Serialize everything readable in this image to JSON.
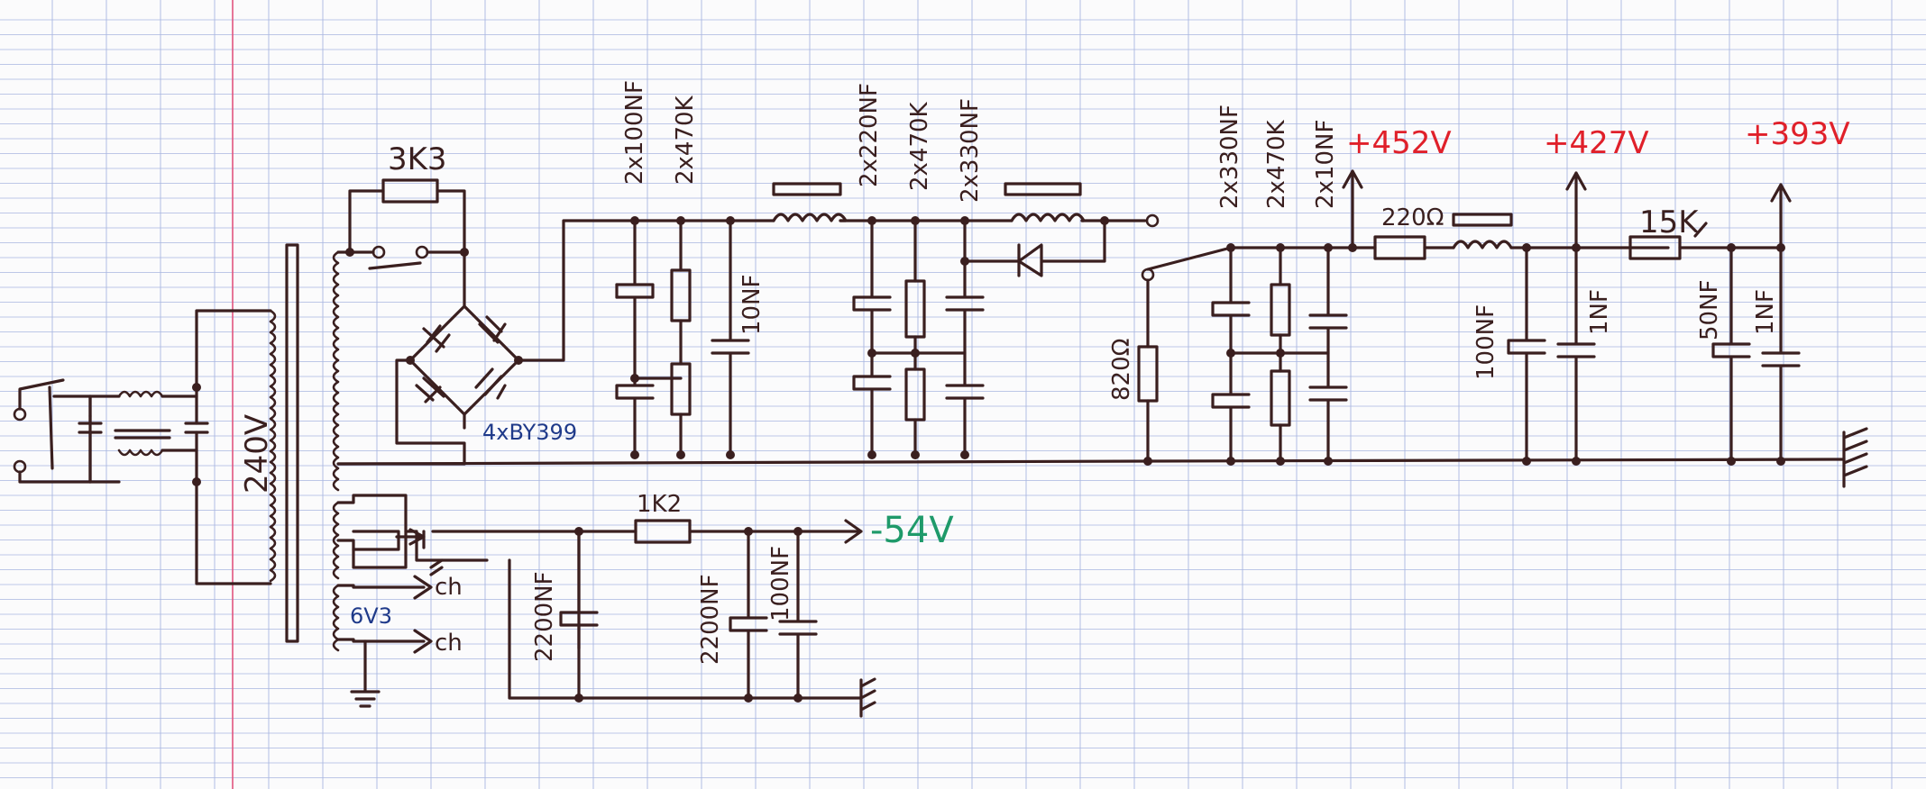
{
  "labels": {
    "r_3k3": "3K3",
    "v_240": "240V",
    "bridge": "4xBY399",
    "r_1k2": "1K2",
    "v_neg54": "-54V",
    "v_6v3": "6V3",
    "ch_1": "ch",
    "ch_2": "ch",
    "c_2200_1": "2200NF",
    "c_2200_2": "2200NF",
    "c_100_neg": "100NF",
    "c_2x100": "2x100NF",
    "r_2x470_1": "2x470K",
    "c_10": "10NF",
    "c_2x220": "2x220NF",
    "r_2x470_2": "2x470K",
    "c_2x330_1": "2x330NF",
    "r_820": "820Ω",
    "c_2x330_2": "2x330NF",
    "r_2x470_3": "2x470K",
    "c_2x10": "2x10NF",
    "v_452": "+452V",
    "r_220": "220Ω",
    "c_100_mid": "100NF",
    "c_1_a": "1NF",
    "v_427": "+427V",
    "r_15k": "15K",
    "c_50": "50NF",
    "c_1_b": "1NF",
    "v_393": "+393V"
  },
  "colors": {
    "ink": "#3a1f1f",
    "red": "#e0202a",
    "blue": "#1f3a8a",
    "green": "#1f9a6a",
    "grid": "#a9b6e0",
    "margin": "#e2557f"
  }
}
